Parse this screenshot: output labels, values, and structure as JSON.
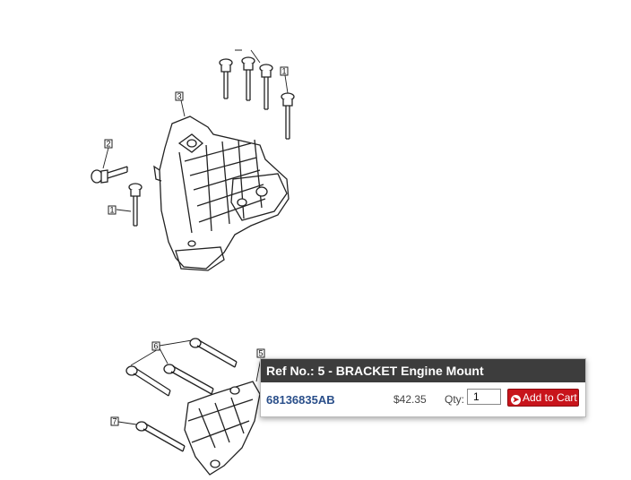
{
  "diagram": {
    "callouts_top": [
      "1",
      "2",
      "3",
      "1"
    ],
    "callouts_bottom": [
      "6",
      "5",
      "7"
    ]
  },
  "popup": {
    "title": "Ref No.: 5 - BRACKET Engine Mount",
    "part_number": "68136835AB",
    "price": "$42.35",
    "qty_label": "Qty:",
    "qty_value": "1",
    "add_to_cart_label": "Add to Cart",
    "cart_icon": "arrow-circle-right-icon"
  },
  "colors": {
    "header_bg": "#3d3d3d",
    "part_link": "#2a4f8a",
    "button_bg": "#c8141b"
  }
}
